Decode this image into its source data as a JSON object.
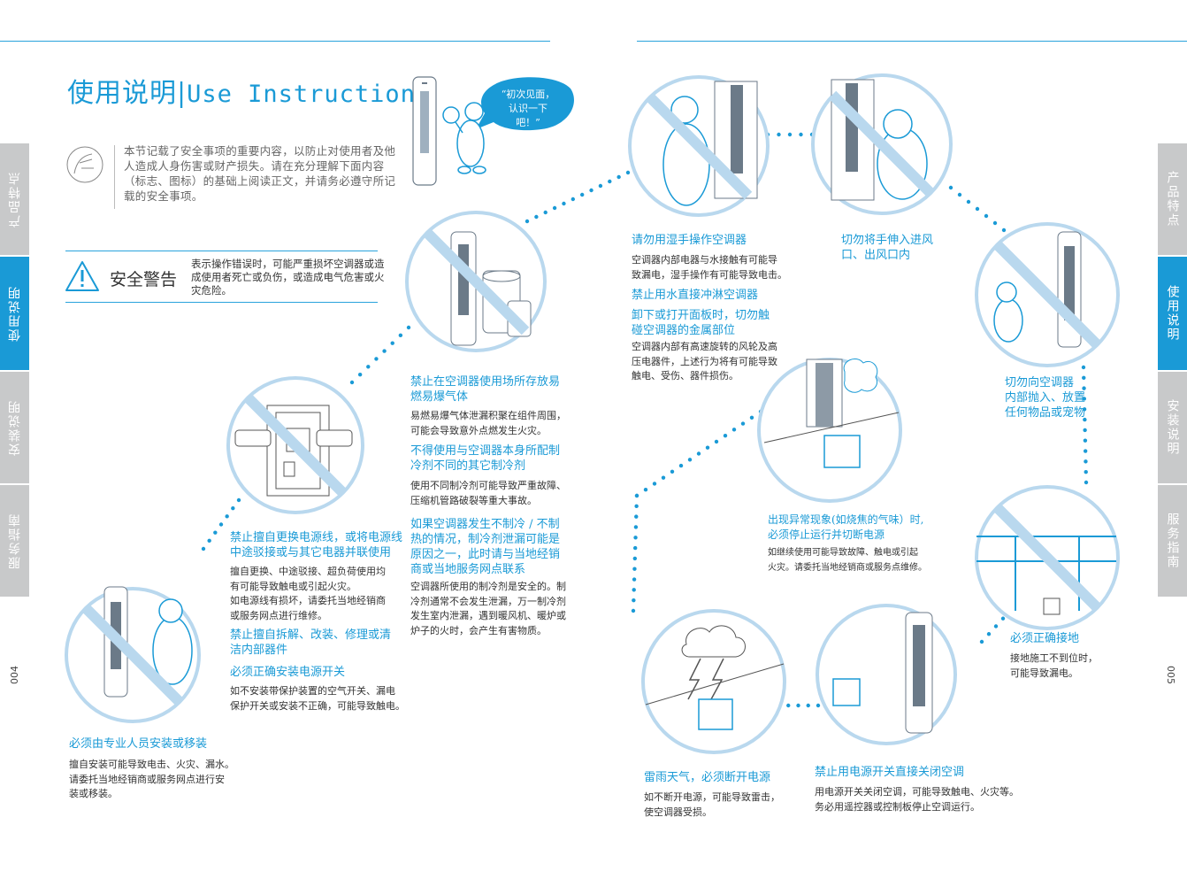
{
  "header": {
    "title_cn": "使用说明",
    "title_sep": "|",
    "title_en": "Use Instruction",
    "bubble_line1": "“初次见面，",
    "bubble_line2": "认识一下吧！”"
  },
  "intro": {
    "text": "本节记载了安全事项的重要内容，以防止对使用者及他人造成人身伤害或财产损失。请在充分理解下面内容（标志、图标）的基础上阅读正文，并请务必遵守所记载的安全事项。"
  },
  "warning": {
    "label": "安全警告",
    "text": "表示操作错误时，可能严重损坏空调器或造成使用者死亡或负伤，或造成电气危害或火灾危险。"
  },
  "side_tabs": {
    "left": [
      "产品特点",
      "使用说明",
      "安装说明",
      "服务指南"
    ],
    "right": [
      "产品特点",
      "使用说明",
      "安装说明",
      "服务指南"
    ],
    "active_index": 1
  },
  "page_numbers": {
    "left": "004",
    "right": "005"
  },
  "sections": {
    "install": {
      "heading": "必须由专业人员安装或移装",
      "l1": "擅自安装可能导致电击、火灾、漏水。",
      "l2": "请委托当地经销商或服务网点进行安",
      "l3": "装或移装。"
    },
    "cord": {
      "heading_l1": "禁止擅自更换电源线，或将电源线",
      "heading_l2": "中途驳接或与其它电器并联使用",
      "b1": "擅自更换、中途驳接、超负荷使用均",
      "b2": "有可能导致触电或引起火灾。",
      "b3": "如电源线有损坏，请委托当地经销商",
      "b4": "或服务网点进行维修。",
      "heading2_l1": "禁止擅自拆解、改装、修理或清",
      "heading2_l2": "洁内部器件",
      "heading3": "必须正确安装电源开关",
      "c1": "如不安装带保护装置的空气开关、漏电",
      "c2": "保护开关或安装不正确，可能导致触电。"
    },
    "gas": {
      "heading_l1": "禁止在空调器使用场所存放易",
      "heading_l2": "燃易爆气体",
      "b1": "易燃易爆气体泄漏积聚在组件周围，",
      "b2": "可能会导致意外点燃发生火灾。",
      "heading2_l1": "不得使用与空调器本身所配制",
      "heading2_l2": "冷剂不同的其它制冷剂",
      "c1": "使用不同制冷剂可能导致严重故障、",
      "c2": "压缩机管路破裂等重大事故。",
      "heading3_l1": "如果空调器发生不制冷 / 不制",
      "heading3_l2": "热的情况，制冷剂泄漏可能是",
      "heading3_l3": "原因之一，此时请与当地经销",
      "heading3_l4": "商或当地服务网点联系",
      "d1": "空调器所使用的制冷剂是安全的。制",
      "d2": "冷剂通常不会发生泄漏，万一制冷剂",
      "d3": "发生室内泄漏，遇到暖风机、暖炉或",
      "d4": "炉子的火时，会产生有害物质。"
    },
    "wet": {
      "heading": "请勿用湿手操作空调器",
      "b1": "空调器内部电器与水接触有可能导",
      "b2": "致漏电，湿手操作有可能导致电击。",
      "heading2": "禁止用水直接冲淋空调器",
      "heading3_l1": "卸下或打开面板时，切勿触",
      "heading3_l2": "碰空调器的金属部位",
      "c1": "空调器内部有高速旋转的风轮及高",
      "c2": "压电器件，上述行为将有可能导致",
      "c3": "触电、受伤、器件损伤。"
    },
    "hand": {
      "heading_l1": "切勿将手伸入进风",
      "heading_l2": "口、出风口内"
    },
    "throw": {
      "heading_l1": "切勿向空调器",
      "heading_l2": "内部抛入、放置",
      "heading_l3": "任何物品或宠物"
    },
    "abnormal": {
      "heading_l1": "出现异常现象(如烧焦的气味）时,",
      "heading_l2": "必须停止运行并切断电源",
      "b1": "如继续使用可能导致故障、触电或引起",
      "b2": "火灾。请委托当地经销商或服务点维修。"
    },
    "ground": {
      "heading": "必须正确接地",
      "b1": "接地施工不到位时，",
      "b2": "可能导致漏电。"
    },
    "thunder": {
      "heading": "雷雨天气，必须断开电源",
      "b1": "如不断开电源，可能导致雷击，",
      "b2": "使空调器受损。"
    },
    "switch": {
      "heading": "禁止用电源开关直接关闭空调",
      "b1": "用电源开关关闭空调，可能导致触电、火灾等。",
      "b2": "务必用遥控器或控制板停止空调运行。"
    }
  },
  "colors": {
    "accent": "#1a9ad6",
    "circle_stroke": "#b9d8ee",
    "tab_gray": "#c8c9ca",
    "text": "#333333"
  }
}
